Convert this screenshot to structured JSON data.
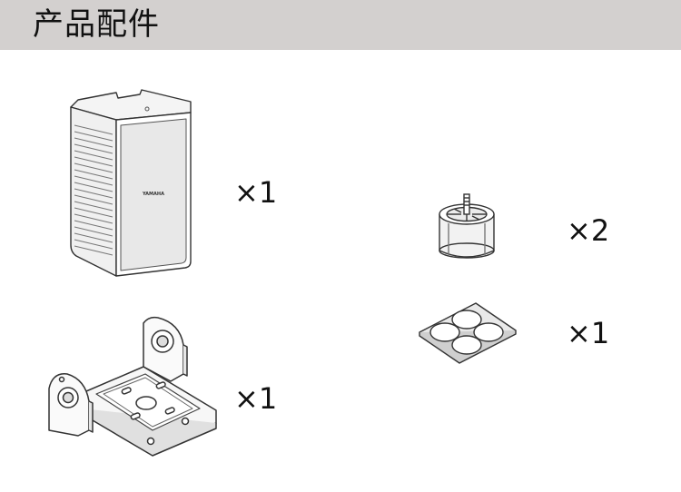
{
  "header": {
    "title": "产品配件"
  },
  "accessories": {
    "speaker": {
      "icon": "speaker-icon",
      "quantity": "×1",
      "logo_text": "YAMAHA"
    },
    "bracket": {
      "icon": "wall-bracket-icon",
      "quantity": "×1"
    },
    "spacer": {
      "icon": "spacer-icon",
      "quantity": "×2"
    },
    "pad": {
      "icon": "rubber-pad-icon",
      "quantity": "×1"
    }
  },
  "colors": {
    "header_background": "#d3d0cf",
    "line": "#333333",
    "text": "#111111"
  }
}
